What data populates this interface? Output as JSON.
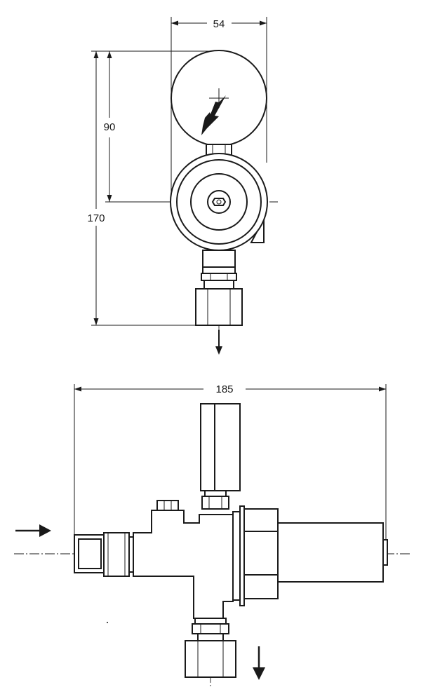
{
  "dimensions": {
    "top_width": "54",
    "gauge_height": "90",
    "total_height": "170",
    "side_length": "185"
  },
  "icons": {
    "inlet_arrow": "arrow-right-icon",
    "outlet_arrow": "arrow-down-icon",
    "lightning_arrow": "lightning-arrow-icon"
  }
}
